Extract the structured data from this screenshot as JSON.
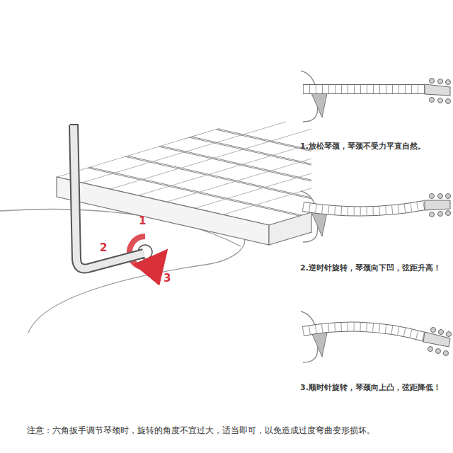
{
  "diagram": {
    "labels": [
      "1",
      "2",
      "3",
      "1.放松琴颈，琴颈不受力平直自然。",
      "2.逆时针旋转，琴颈向下凹，弦距升高！",
      "3.顺时针旋转，琴颈向上凸，弦距降低！",
      "注意：六角扳手调节琴颈时，旋转的角度不宜过大，适当即可，以免造成过度弯曲变形损坏。"
    ]
  }
}
